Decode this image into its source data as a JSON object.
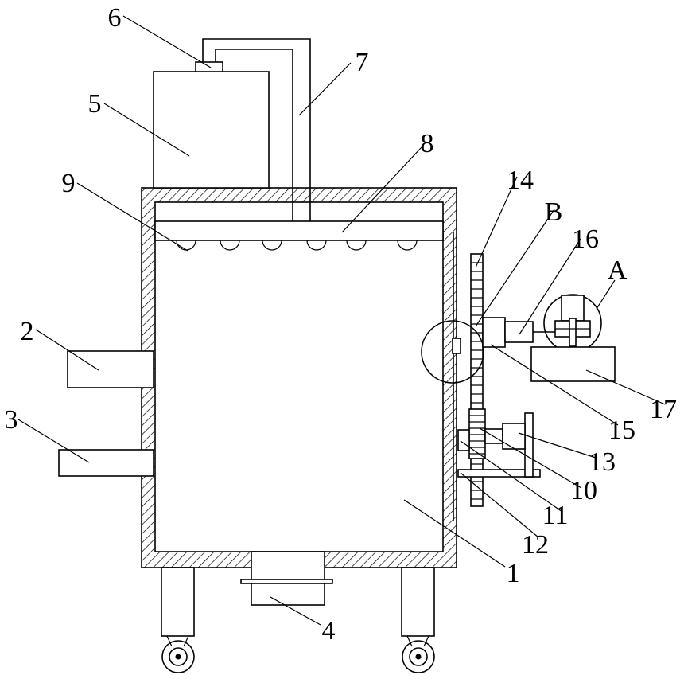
{
  "diagram": {
    "labels": [
      "1",
      "2",
      "3",
      "4",
      "5",
      "6",
      "7",
      "8",
      "9",
      "10",
      "11",
      "12",
      "13",
      "14",
      "15",
      "16",
      "17",
      "A",
      "B"
    ]
  }
}
